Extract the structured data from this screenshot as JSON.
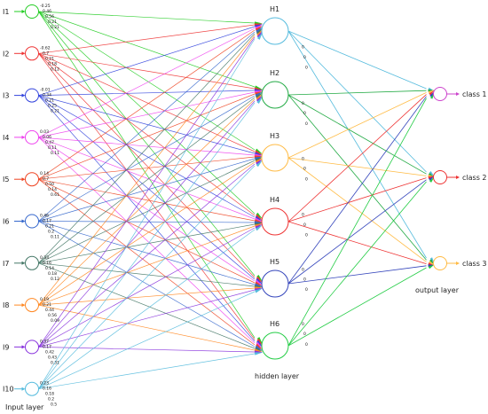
{
  "input_layer": {
    "caption": "Input layer",
    "nodes": [
      {
        "label": "I1",
        "color": "#22cc22",
        "weights": [
          "-0.25",
          "0.46",
          "0.56",
          "0.21",
          "0.21"
        ]
      },
      {
        "label": "I2",
        "color": "#ee3333",
        "weights": [
          "-0.62",
          "0.7",
          "0.21",
          "0.18",
          "0.12"
        ]
      },
      {
        "label": "I3",
        "color": "#3344dd",
        "weights": [
          "-0.01",
          "0.34",
          "0.21",
          "0.25",
          "0.21"
        ]
      },
      {
        "label": "I4",
        "color": "#ee44ee",
        "weights": [
          "0.03",
          "0.06",
          "0.47",
          "0.11",
          "0.11"
        ]
      },
      {
        "label": "I5",
        "color": "#ee4422",
        "weights": [
          "0.14",
          "0.7",
          "0.50",
          "0.14",
          "0.61"
        ]
      },
      {
        "label": "I6",
        "color": "#3366cc",
        "weights": [
          "0.46",
          "0.17",
          "0.21",
          "0.2",
          "0.11"
        ]
      },
      {
        "label": "I7",
        "color": "#447766",
        "weights": [
          "0.33",
          "0.16",
          "0.14",
          "0.18",
          "0.12"
        ]
      },
      {
        "label": "I8",
        "color": "#ff8822",
        "weights": [
          "0.19",
          "0.21",
          "0.44",
          "0.56",
          "0.09"
        ]
      },
      {
        "label": "I9",
        "color": "#8833dd",
        "weights": [
          "0.37",
          "0.17",
          "0.42",
          "0.43",
          "0.31"
        ]
      },
      {
        "label": "I10",
        "color": "#55bbdd",
        "weights": [
          "0.23",
          "0.16",
          "0.18",
          "0.2",
          "0.5"
        ]
      }
    ]
  },
  "hidden_layer": {
    "caption": "hidden layer",
    "nodes": [
      {
        "label": "H1",
        "color": "#55bbdd"
      },
      {
        "label": "H2",
        "color": "#22aa44"
      },
      {
        "label": "H3",
        "color": "#ffbb44"
      },
      {
        "label": "H4",
        "color": "#ee3333"
      },
      {
        "label": "H5",
        "color": "#3344bb"
      },
      {
        "label": "H6",
        "color": "#22cc44"
      }
    ],
    "weights": [
      "0",
      "0",
      "0",
      "0",
      "0",
      "0",
      "0",
      "0",
      "0",
      "0",
      "0",
      "0",
      "0",
      "0",
      "0",
      "0",
      "0",
      "0"
    ]
  },
  "output_layer": {
    "caption": "output layer",
    "nodes": [
      {
        "label": "class 1",
        "color": "#cc44cc"
      },
      {
        "label": "class 2",
        "color": "#ee3333"
      },
      {
        "label": "class 3",
        "color": "#ffbb44"
      }
    ]
  }
}
